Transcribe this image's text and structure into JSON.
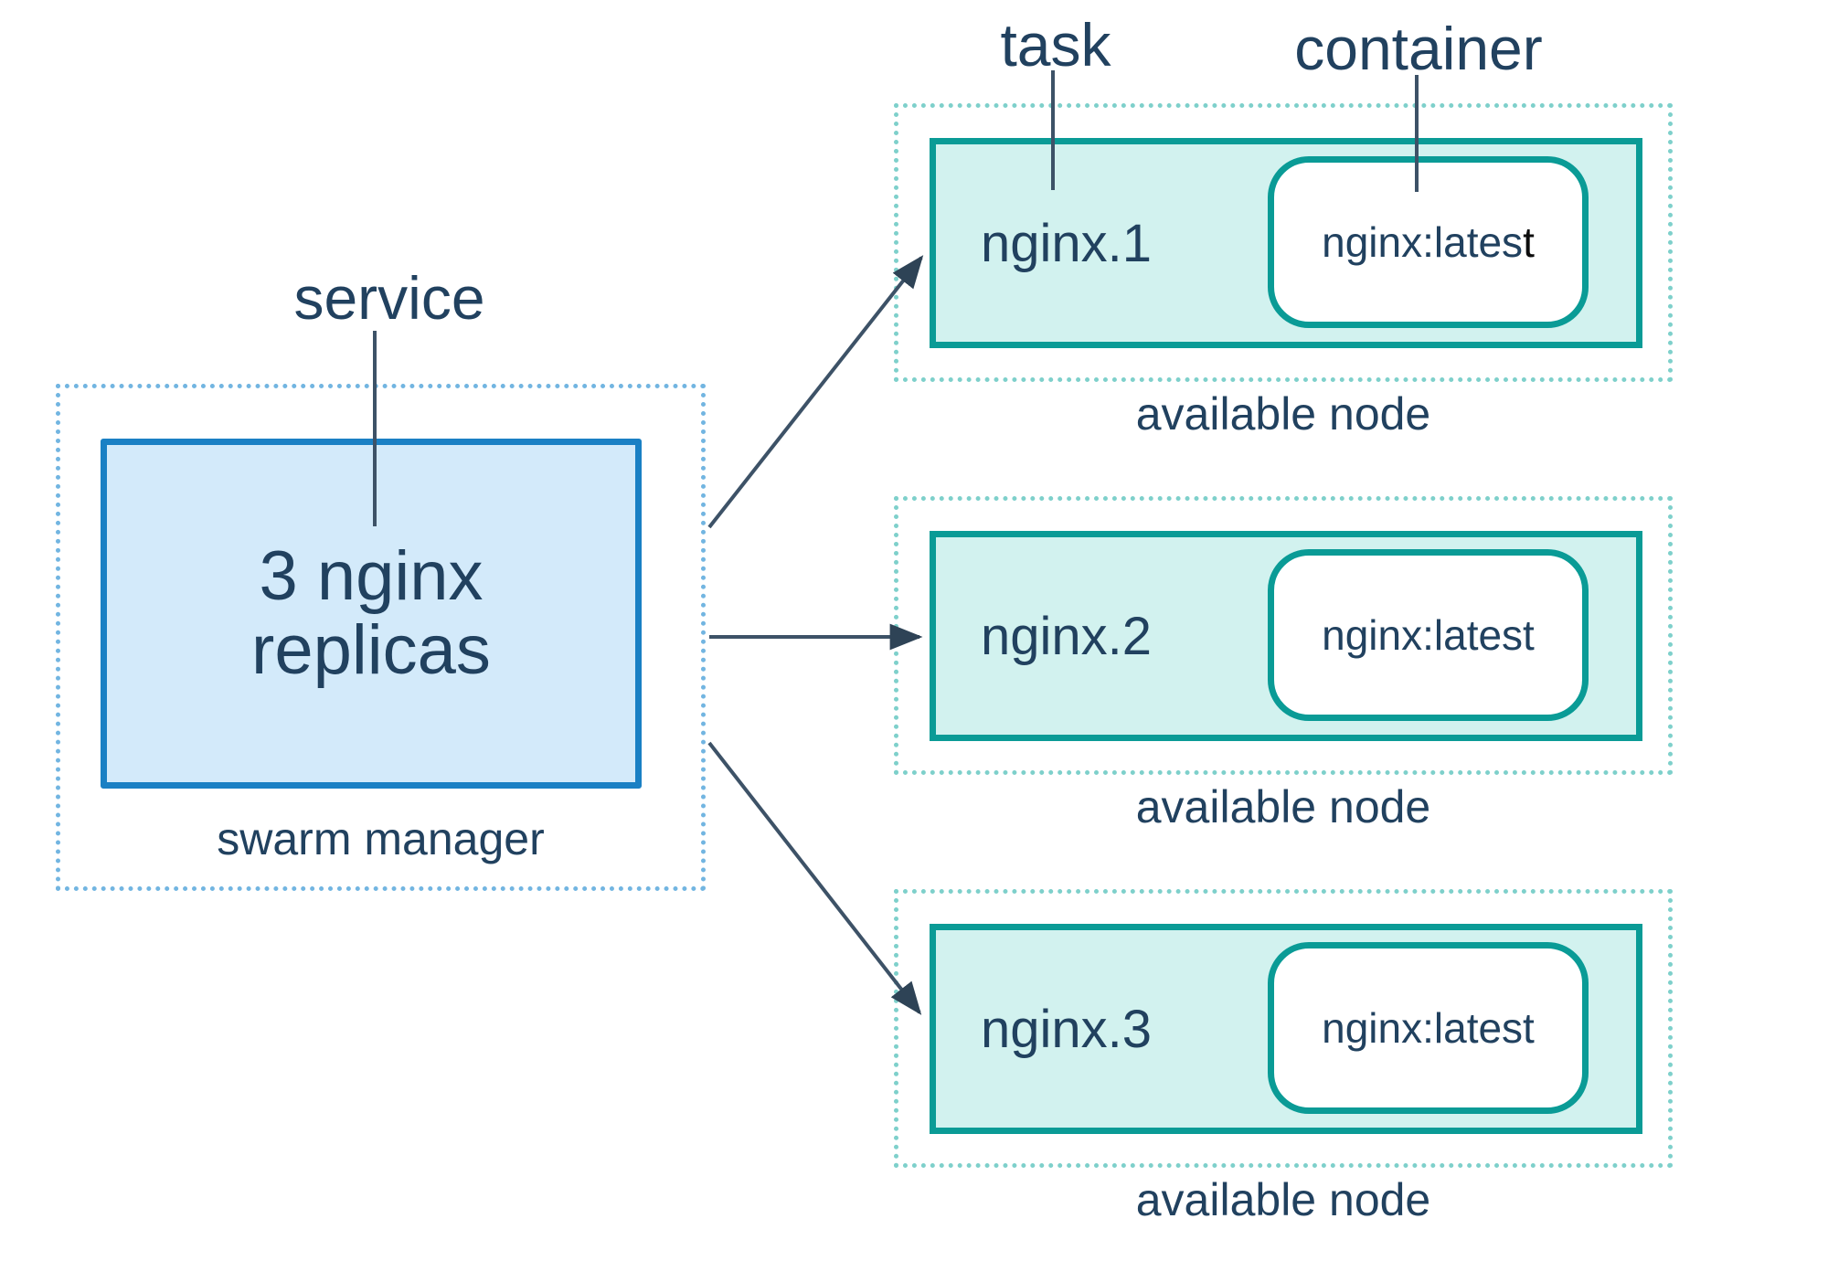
{
  "title_labels": {
    "service": "service",
    "task": "task",
    "container": "container"
  },
  "swarm_manager": {
    "service_box": {
      "line1": "3 nginx",
      "line2": "replicas"
    },
    "caption": "swarm manager"
  },
  "nodes": [
    {
      "task_name": "nginx.1",
      "image_main": "nginx:lates",
      "image_tail": "t",
      "caption": "available node"
    },
    {
      "task_name": "nginx.2",
      "image_main": "nginx:latest",
      "image_tail": "",
      "caption": "available node"
    },
    {
      "task_name": "nginx.3",
      "image_main": "nginx:latest",
      "image_tail": "",
      "caption": "available node"
    }
  ],
  "colors": {
    "text": "#21415f",
    "blue_border": "#1a80c4",
    "blue_fill": "#d3eafa",
    "blue_dotted": "#72b5e1",
    "teal_border": "#0a9b96",
    "teal_fill": "#d2f2ef",
    "teal_dotted": "#7ed0cb",
    "container_fill": "#ffffff",
    "arrow": "#3d5267",
    "image_tail_color": "#0d0d0d"
  }
}
